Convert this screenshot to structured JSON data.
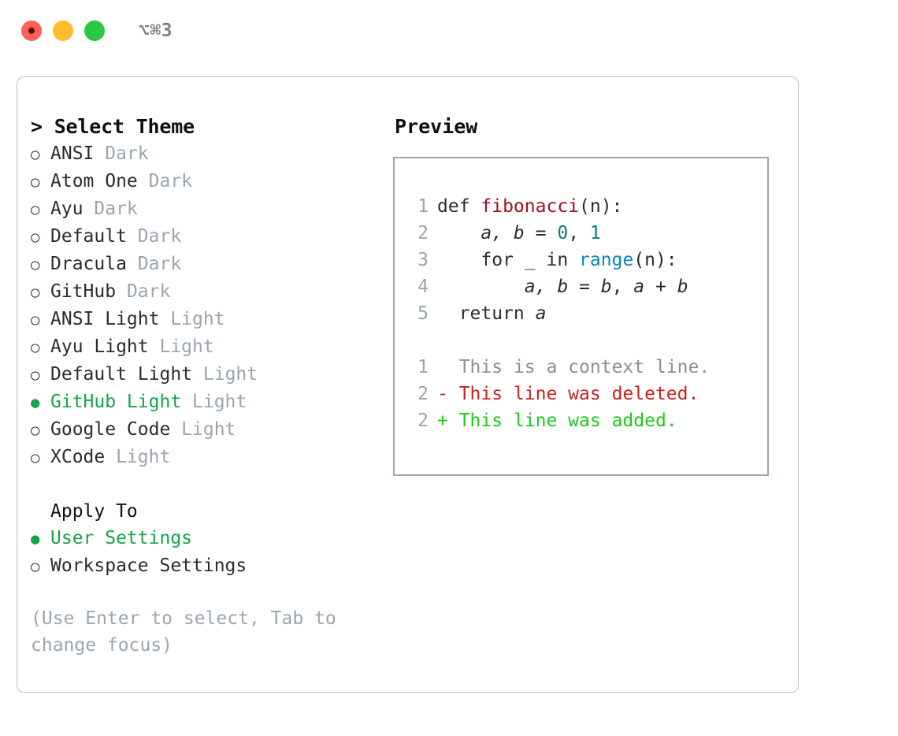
{
  "titlebar": {
    "shortcut": "⌥⌘3",
    "buttons": [
      {
        "name": "close",
        "color": "#ff5f57"
      },
      {
        "name": "minimize",
        "color": "#ffbd2e"
      },
      {
        "name": "maximize",
        "color": "#28c840"
      }
    ]
  },
  "colors": {
    "selected_green": "#16a34a",
    "diff_add_green": "#1ec91e",
    "diff_del_red": "#c92020",
    "muted_gray": "#9aa5b1",
    "fn_red": "#a01020",
    "num_teal": "#0f7b7b",
    "builtin_blue": "#0a86c0",
    "border": "#b9c2cc"
  },
  "left": {
    "title": "> Select Theme",
    "selected_bullet": "●",
    "unselected_bullet": "○",
    "themes": [
      {
        "name": "ANSI",
        "tag": "Dark",
        "selected": false
      },
      {
        "name": "Atom One",
        "tag": "Dark",
        "selected": false
      },
      {
        "name": "Ayu",
        "tag": "Dark",
        "selected": false
      },
      {
        "name": "Default",
        "tag": "Dark",
        "selected": false
      },
      {
        "name": "Dracula",
        "tag": "Dark",
        "selected": false
      },
      {
        "name": "GitHub",
        "tag": "Dark",
        "selected": false
      },
      {
        "name": "ANSI Light",
        "tag": "Light",
        "selected": false
      },
      {
        "name": "Ayu Light",
        "tag": "Light",
        "selected": false
      },
      {
        "name": "Default Light",
        "tag": "Light",
        "selected": false
      },
      {
        "name": "GitHub Light",
        "tag": "Light",
        "selected": true
      },
      {
        "name": "Google Code",
        "tag": "Light",
        "selected": false
      },
      {
        "name": "XCode",
        "tag": "Light",
        "selected": false
      }
    ],
    "apply": {
      "title": "Apply To",
      "options": [
        {
          "label": "User Settings",
          "selected": true
        },
        {
          "label": "Workspace Settings",
          "selected": false
        }
      ]
    },
    "hint": "(Use Enter to select, Tab to change focus)"
  },
  "right": {
    "label": "Preview",
    "code": [
      {
        "no": "1",
        "tokens": [
          {
            "t": "def ",
            "c": "plain"
          },
          {
            "t": "fibonacci",
            "c": "fn"
          },
          {
            "t": "(n):",
            "c": "plain"
          }
        ]
      },
      {
        "no": "2",
        "tokens": [
          {
            "t": "    ",
            "c": "plain"
          },
          {
            "t": "a, b",
            "c": "var"
          },
          {
            "t": " = ",
            "c": "plain"
          },
          {
            "t": "0",
            "c": "num"
          },
          {
            "t": ", ",
            "c": "plain"
          },
          {
            "t": "1",
            "c": "num"
          }
        ]
      },
      {
        "no": "3",
        "tokens": [
          {
            "t": "    for _ in ",
            "c": "plain"
          },
          {
            "t": "range",
            "c": "builtin"
          },
          {
            "t": "(n):",
            "c": "plain"
          }
        ]
      },
      {
        "no": "4",
        "tokens": [
          {
            "t": "        ",
            "c": "plain"
          },
          {
            "t": "a, b",
            "c": "var"
          },
          {
            "t": " = ",
            "c": "plain"
          },
          {
            "t": "b",
            "c": "var"
          },
          {
            "t": ", ",
            "c": "plain"
          },
          {
            "t": "a",
            "c": "var"
          },
          {
            "t": " + ",
            "c": "plain"
          },
          {
            "t": "b",
            "c": "var"
          }
        ]
      },
      {
        "no": "5",
        "tokens": [
          {
            "t": "  return ",
            "c": "plain"
          },
          {
            "t": "a",
            "c": "var"
          }
        ]
      }
    ],
    "diff": [
      {
        "no": "1",
        "marker": "  ",
        "text": "This is a context line.",
        "kind": "ctx"
      },
      {
        "no": "2",
        "marker": "- ",
        "text": "This line was deleted.",
        "kind": "del"
      },
      {
        "no": "2",
        "marker": "+ ",
        "text": "This line was added.",
        "kind": "add"
      }
    ]
  }
}
